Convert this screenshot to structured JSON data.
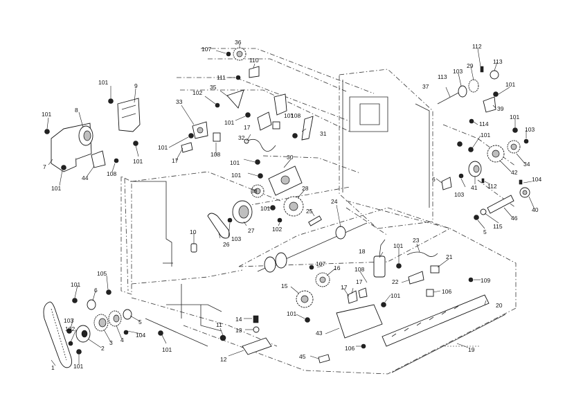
{
  "diagram": {
    "labels": [
      {
        "id": "l1",
        "text": "107"
      },
      {
        "id": "l2",
        "text": "36"
      },
      {
        "id": "l3",
        "text": "110"
      },
      {
        "id": "l4",
        "text": "111"
      },
      {
        "id": "l5",
        "text": "35"
      },
      {
        "id": "l6",
        "text": "102"
      },
      {
        "id": "l7",
        "text": "33"
      },
      {
        "id": "l8",
        "text": "101"
      },
      {
        "id": "l9",
        "text": "17"
      },
      {
        "id": "l10",
        "text": "108"
      },
      {
        "id": "l11",
        "text": "101"
      },
      {
        "id": "l12",
        "text": "31"
      },
      {
        "id": "l13",
        "text": "32"
      },
      {
        "id": "l14",
        "text": "101"
      },
      {
        "id": "l15",
        "text": "108"
      },
      {
        "id": "l16",
        "text": "17"
      },
      {
        "id": "l17",
        "text": "101"
      },
      {
        "id": "l18",
        "text": "101"
      },
      {
        "id": "l19",
        "text": "30"
      },
      {
        "id": "l20",
        "text": "38"
      },
      {
        "id": "l21",
        "text": "28"
      },
      {
        "id": "l22",
        "text": "101"
      },
      {
        "id": "l23",
        "text": "25"
      },
      {
        "id": "l24",
        "text": "102"
      },
      {
        "id": "l25",
        "text": "27"
      },
      {
        "id": "l26",
        "text": "103"
      },
      {
        "id": "l27",
        "text": "26"
      },
      {
        "id": "l28",
        "text": "24"
      },
      {
        "id": "l29",
        "text": "101"
      },
      {
        "id": "l30",
        "text": "9"
      },
      {
        "id": "l31",
        "text": "101"
      },
      {
        "id": "l32",
        "text": "8"
      },
      {
        "id": "l33",
        "text": "7"
      },
      {
        "id": "l34",
        "text": "101"
      },
      {
        "id": "l35",
        "text": "44"
      },
      {
        "id": "l36",
        "text": "108"
      },
      {
        "id": "l37",
        "text": "101"
      },
      {
        "id": "l38",
        "text": "10"
      },
      {
        "id": "l39",
        "text": "112"
      },
      {
        "id": "l40",
        "text": "113"
      },
      {
        "id": "l41",
        "text": "29"
      },
      {
        "id": "l42",
        "text": "103"
      },
      {
        "id": "l43",
        "text": "113"
      },
      {
        "id": "l44",
        "text": "37"
      },
      {
        "id": "l45",
        "text": "101"
      },
      {
        "id": "l46",
        "text": "39"
      },
      {
        "id": "l47",
        "text": "114"
      },
      {
        "id": "l48",
        "text": "101"
      },
      {
        "id": "l49",
        "text": "101"
      },
      {
        "id": "l50",
        "text": "103"
      },
      {
        "id": "l51",
        "text": "34"
      },
      {
        "id": "l52",
        "text": "42"
      },
      {
        "id": "l53",
        "text": "6"
      },
      {
        "id": "l54",
        "text": "41"
      },
      {
        "id": "l55",
        "text": "112"
      },
      {
        "id": "l56",
        "text": "103"
      },
      {
        "id": "l57",
        "text": "104"
      },
      {
        "id": "l58",
        "text": "40"
      },
      {
        "id": "l59",
        "text": "115"
      },
      {
        "id": "l60",
        "text": "46"
      },
      {
        "id": "l61",
        "text": "5"
      },
      {
        "id": "l62",
        "text": "18"
      },
      {
        "id": "l63",
        "text": "101"
      },
      {
        "id": "l64",
        "text": "23"
      },
      {
        "id": "l65",
        "text": "21"
      },
      {
        "id": "l66",
        "text": "22"
      },
      {
        "id": "l67",
        "text": "109"
      },
      {
        "id": "l68",
        "text": "106"
      },
      {
        "id": "l69",
        "text": "20"
      },
      {
        "id": "l70",
        "text": "107"
      },
      {
        "id": "l71",
        "text": "16"
      },
      {
        "id": "l72",
        "text": "108"
      },
      {
        "id": "l73",
        "text": "17"
      },
      {
        "id": "l74",
        "text": "17"
      },
      {
        "id": "l75",
        "text": "15"
      },
      {
        "id": "l76",
        "text": "101"
      },
      {
        "id": "l77",
        "text": "101"
      },
      {
        "id": "l78",
        "text": "43"
      },
      {
        "id": "l79",
        "text": "106"
      },
      {
        "id": "l80",
        "text": "19"
      },
      {
        "id": "l81",
        "text": "105"
      },
      {
        "id": "l82",
        "text": "101"
      },
      {
        "id": "l83",
        "text": "6"
      },
      {
        "id": "l84",
        "text": "103"
      },
      {
        "id": "l85",
        "text": "102"
      },
      {
        "id": "l86",
        "text": "5"
      },
      {
        "id": "l87",
        "text": "104"
      },
      {
        "id": "l88",
        "text": "4"
      },
      {
        "id": "l89",
        "text": "3"
      },
      {
        "id": "l90",
        "text": "2"
      },
      {
        "id": "l91",
        "text": "1"
      },
      {
        "id": "l92",
        "text": "101"
      },
      {
        "id": "l93",
        "text": "101"
      },
      {
        "id": "l94",
        "text": "11"
      },
      {
        "id": "l95",
        "text": "14"
      },
      {
        "id": "l96",
        "text": "13"
      },
      {
        "id": "l97",
        "text": "12"
      },
      {
        "id": "l98",
        "text": "45"
      }
    ]
  }
}
